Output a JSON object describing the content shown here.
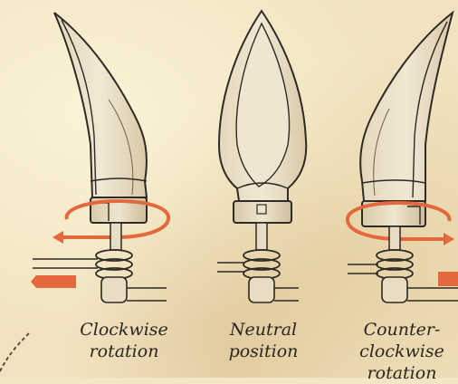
{
  "figure": {
    "panels": [
      {
        "id": "clockwise",
        "caption_lines": [
          "Clockwise",
          "rotation"
        ],
        "arrow_direction": "clockwise"
      },
      {
        "id": "neutral",
        "caption_lines": [
          "Neutral",
          "position"
        ],
        "arrow_direction": "none"
      },
      {
        "id": "counter",
        "caption_lines": [
          "Counter-",
          "clockwise",
          "rotation"
        ],
        "arrow_direction": "counter-clockwise"
      }
    ],
    "colors": {
      "paper": "#f1e3bf",
      "ink": "#2e2a24",
      "fin_fill": "#ece2cc",
      "arrow": "#e3683e"
    }
  }
}
